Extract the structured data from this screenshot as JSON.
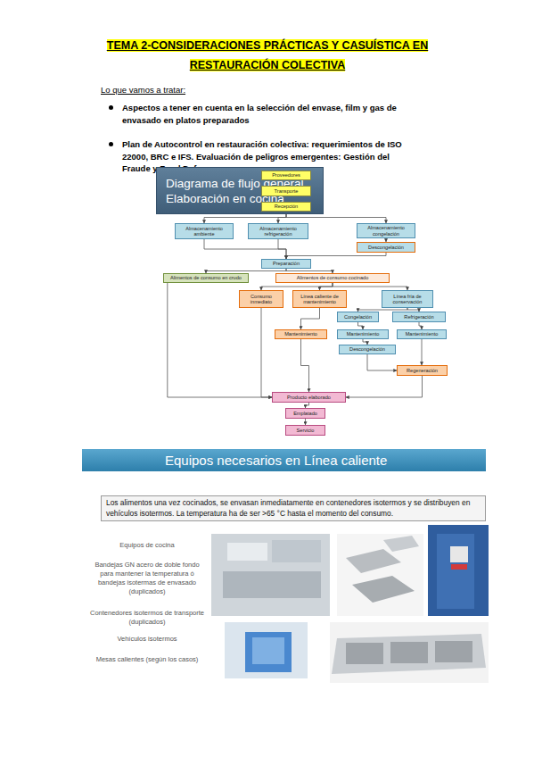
{
  "diagram": {
    "title": "TEMA 2-CONSIDERACIONES PRÁCTICAS Y CASUÍSTICA EN RESTAURACIÓN COLECTIVA",
    "nodes": [
      {
        "text": [
          "Diagrama de flujo general Elaboración en cocina"
        ]
      },
      {
        "text": [
          "Proveedores"
        ]
      },
      {
        "text": [
          "Transporte"
        ]
      },
      {
        "text": [
          "Recepción"
        ]
      },
      {
        "text": [
          "Almacenamiento ambiente"
        ]
      },
      {
        "text": [
          "Almacenamiento refrigeración"
        ]
      },
      {
        "text": [
          "Almacenamiento congelación"
        ]
      },
      {
        "text": [
          "Descongelación"
        ]
      },
      {
        "text": [
          "Preparación"
        ]
      },
      {
        "text": [
          "Alimentos de consumo en crudo"
        ]
      },
      {
        "text": [
          "Alimentos de consumo cocinado"
        ]
      },
      {
        "text": [
          "Consumo inmediato"
        ]
      },
      {
        "text": [
          "Línea caliente de mantenimiento"
        ]
      },
      {
        "text": [
          "Línea fría de conservación"
        ]
      },
      {
        "text": [
          "Congelación"
        ]
      },
      {
        "text": [
          "Refrigeración"
        ]
      },
      {
        "text": [
          "Mantenimiento"
        ]
      },
      {
        "text": [
          "Mantenimiento"
        ]
      },
      {
        "text": [
          "Mantenimiento"
        ]
      },
      {
        "text": [
          "Descongelación"
        ]
      },
      {
        "text": [
          "Regeneración"
        ]
      },
      {
        "text": [
          "Producto elaborado"
        ]
      },
      {
        "text": [
          "Emplatado"
        ]
      },
      {
        "text": [
          "Servicio"
        ]
      },
      {
        "text": [
          "Equipos necesarios en Línea caliente"
        ]
      },
      {
        "text": [
          "Los alimentos una vez cocinados, se envasan inmediatamente en contenedores isotermos y se distribuyen en vehículos isotermos. La temperatura ha de ser >65 °C hasta el momento del consumo."
        ]
      }
    ],
    "edges": [
      {
        "from": 1,
        "to": 2,
        "arrow": "to"
      },
      {
        "from": 2,
        "to": 3,
        "arrow": "to"
      },
      {
        "from": 3,
        "to": 4,
        "arrow": "to"
      },
      {
        "from": 3,
        "to": 5,
        "arrow": "to"
      },
      {
        "from": 3,
        "to": 6,
        "arrow": "to"
      },
      {
        "from": 6,
        "to": 7,
        "arrow": "to"
      },
      {
        "from": 4,
        "to": 8,
        "arrow": "to"
      },
      {
        "from": 5,
        "to": 8,
        "arrow": "to"
      },
      {
        "from": 7,
        "to": 8,
        "arrow": "to"
      },
      {
        "from": 8,
        "to": 9,
        "arrow": "to"
      },
      {
        "from": 8,
        "to": 10,
        "arrow": "to"
      },
      {
        "from": 10,
        "to": 11,
        "arrow": "to"
      },
      {
        "from": 10,
        "to": 12,
        "arrow": "to"
      },
      {
        "from": 10,
        "to": 13,
        "arrow": "to"
      },
      {
        "from": 12,
        "to": 16,
        "arrow": "to"
      },
      {
        "from": 13,
        "to": 14,
        "arrow": "to"
      },
      {
        "from": 13,
        "to": 15,
        "arrow": "to"
      },
      {
        "from": 14,
        "to": 17,
        "arrow": "to"
      },
      {
        "from": 15,
        "to": 18,
        "arrow": "to"
      },
      {
        "from": 17,
        "to": 19,
        "arrow": "to"
      },
      {
        "from": 18,
        "to": 20,
        "arrow": "to"
      },
      {
        "from": 19,
        "to": 20,
        "arrow": "to"
      },
      {
        "from": 16,
        "to": 21,
        "arrow": "to"
      },
      {
        "from": 11,
        "to": 21,
        "arrow": "to"
      },
      {
        "from": 9,
        "to": 21,
        "arrow": "to"
      },
      {
        "from": 20,
        "to": 21,
        "arrow": "to"
      },
      {
        "from": 21,
        "to": 22,
        "arrow": "to"
      },
      {
        "from": 22,
        "to": 23,
        "arrow": "to"
      }
    ],
    "labels": [
      "Lo que vamos a tratar:",
      "Aspectos a tener en cuenta en la selección del envase, film y gas de envasado en platos preparados",
      "Plan de Autocontrol en restauración colectiva: requerimientos de ISO 22000, BRC e IFS. Evaluación de peligros emergentes: Gestión del Fraude y Food Defense",
      "Equipos de cocina",
      "Bandejas GN acero de doble fondo para mantener la temperatura ó bandejas isotermas de envasado (duplicados)",
      "Contenedores isotermos de transporte (duplicados)",
      "Vehículos isotermos",
      "Mesas calientes (según los casos)"
    ]
  }
}
